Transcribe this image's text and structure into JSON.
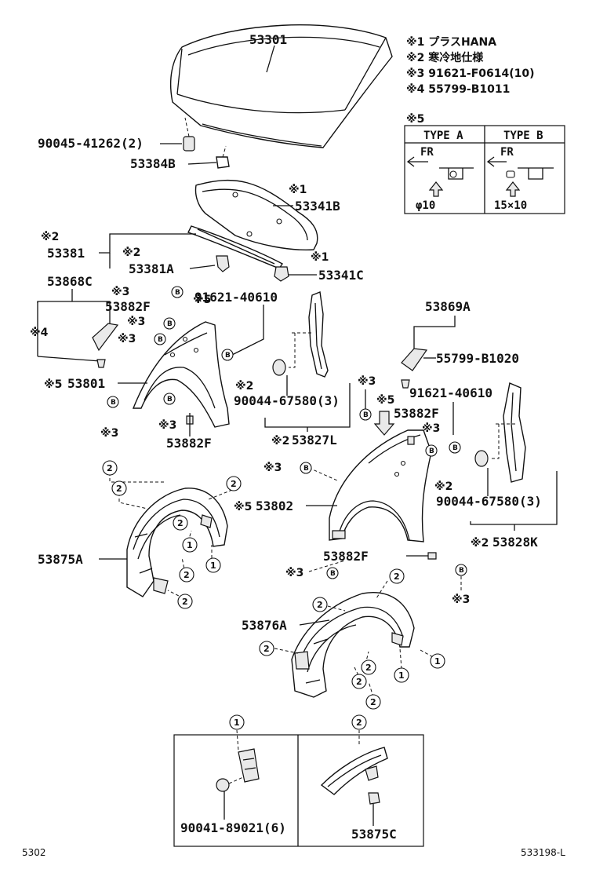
{
  "legend": {
    "n1": "※1 プラスHANA",
    "n2": "※2 寒冷地仕様",
    "n3": "※3 91621-F0614(10)",
    "n4": "※4 55799-B1011"
  },
  "type_box": {
    "mark": "※5",
    "type_a": "TYPE A",
    "type_b": "TYPE B",
    "fr": "FR",
    "dim_a": "φ10",
    "dim_b": "15×10"
  },
  "labels": {
    "p53301": "53301",
    "p90045": "90045-41262(2)",
    "p53384B": "53384B",
    "m1a": "※1",
    "p53341B": "53341B",
    "m2a": "※2",
    "p53381": "53381",
    "m2b": "※2",
    "p53381A": "53381A",
    "m1b": "※1",
    "p53341C": "53341C",
    "p53868C": "53868C",
    "m3a": "※3",
    "p53882F_a": "53882F",
    "m5a": "※5",
    "p91621_a": "91621-40610",
    "m3b": "※3",
    "m4": "※4",
    "m3c": "※3",
    "m5b": "※5",
    "p53801": "53801",
    "m3d": "※3",
    "m3e": "※3",
    "p53882F_b": "53882F",
    "m2c": "※2",
    "p90044_a": "90044-67580(3)",
    "m2d": "※2",
    "p53827L": "53827L",
    "p53869A": "53869A",
    "p55799": "55799-B1020",
    "p91621_b": "91621-40610",
    "m3f": "※3",
    "m5c": "※5",
    "p53882F_c": "53882F",
    "m3g": "※3",
    "m3h": "※3",
    "m2e": "※2",
    "p90044_b": "90044-67580(3)",
    "m5d": "※5",
    "p53802": "53802",
    "p53875A": "53875A",
    "m2f": "※2",
    "p53828K": "53828K",
    "p53882F_d": "53882F",
    "m3i": "※3",
    "m3j": "※3",
    "p53876A": "53876A"
  },
  "callouts": {
    "c1": "1",
    "c2": "2"
  },
  "clip_b": "B",
  "detail": {
    "left_num": "1",
    "right_num": "2",
    "left_part": "90041-89021(6)",
    "right_part": "53875C"
  },
  "footer": {
    "page": "5302",
    "ref": "533198-L"
  }
}
